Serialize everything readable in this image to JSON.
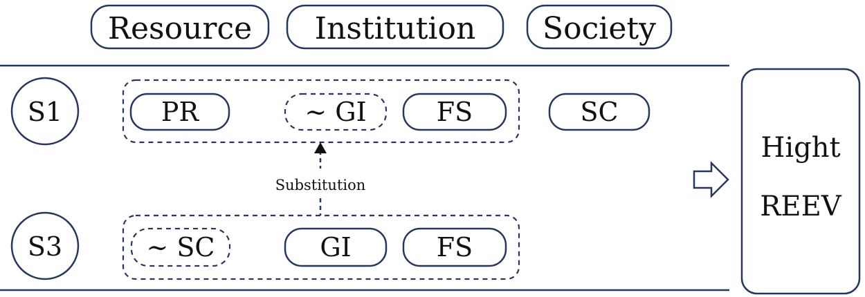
{
  "header": {
    "dimensions": [
      "Resource",
      "Institution",
      "Society"
    ]
  },
  "rows": [
    {
      "id": "S1",
      "group": [
        {
          "text": "PR",
          "style": "solid"
        },
        {
          "text": "~ GI",
          "style": "negated"
        },
        {
          "text": "FS",
          "style": "solid"
        }
      ],
      "outside": [
        {
          "text": "SC",
          "style": "solid"
        }
      ]
    },
    {
      "id": "S3",
      "group": [
        {
          "text": "~ SC",
          "style": "negated"
        },
        {
          "text": "GI",
          "style": "solid"
        },
        {
          "text": "FS",
          "style": "solid"
        }
      ],
      "outside": []
    }
  ],
  "substitution_label": "Substitution",
  "outcome": {
    "line1": "Hight",
    "line2": "REEV"
  },
  "colors": {
    "stroke": "#253760",
    "text": "#111111"
  }
}
